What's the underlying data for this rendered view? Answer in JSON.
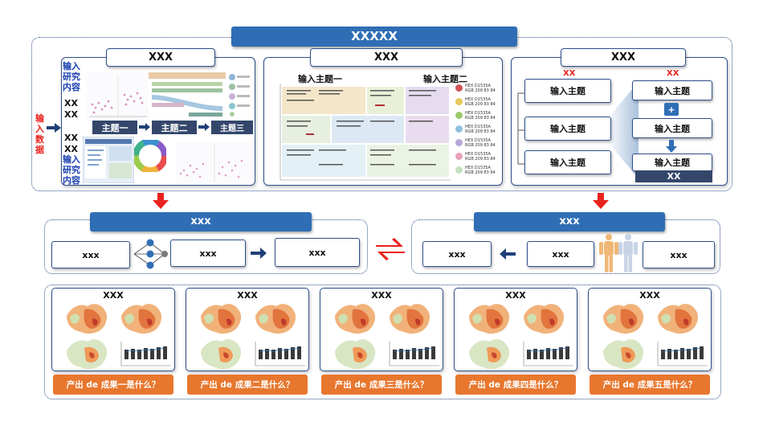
{
  "main_title": "XXXXX",
  "top": {
    "panel1": {
      "title": "XXX",
      "side_label": "输入数据",
      "vertical_labels": [
        "输入研究内容",
        "XX",
        "XX",
        "XX",
        "XX",
        "输入研究内容"
      ],
      "theme_boxes": [
        "主题一",
        "主题二",
        "主题三"
      ]
    },
    "panel2": {
      "title": "XXX",
      "heading_left": "输入主题一",
      "heading_right": "输入主题二",
      "legend": [
        {
          "hex": "HEX D1535A",
          "rgb": "RGB 209 83 84",
          "color": "#d1535a"
        },
        {
          "hex": "HEX D1535A",
          "rgb": "RGB 209 83 84",
          "color": "#e6c95b"
        },
        {
          "hex": "HEX D1535A",
          "rgb": "RGB 209 83 84",
          "color": "#9bc96a"
        },
        {
          "hex": "HEX D1535A",
          "rgb": "RGB 209 83 84",
          "color": "#8fc0e0"
        },
        {
          "hex": "HEX D1535A",
          "rgb": "RGB 209 83 84",
          "color": "#b7a6d9"
        },
        {
          "hex": "HEX D1535A",
          "rgb": "RGB 209 83 84",
          "color": "#e7a0b8"
        },
        {
          "hex": "HEX D1535A",
          "rgb": "RGB 209 83 84",
          "color": "#c4e0c0"
        }
      ]
    },
    "panel3": {
      "title": "XXX",
      "red_left": "XX",
      "red_right": "XX",
      "left_boxes": [
        "输入主题",
        "输入主题",
        "输入主题"
      ],
      "right_boxes": [
        "输入主题",
        "输入主题",
        "输入主题"
      ],
      "plus": "+",
      "bottom_label": "XX"
    }
  },
  "middle_left": {
    "title": "xxx",
    "boxes": [
      "xxx",
      "xxx",
      "xxx"
    ]
  },
  "middle_right": {
    "title": "xxx",
    "boxes": [
      "xxx",
      "xxx",
      "xxx"
    ]
  },
  "results": [
    {
      "label": "XXX",
      "caption": "产出 de 成果一是什么？"
    },
    {
      "label": "XXX",
      "caption": "产出 de 成果二是什么？"
    },
    {
      "label": "XXX",
      "caption": "产出 de 成果三是什么？"
    },
    {
      "label": "XXX",
      "caption": "产出 de 成果四是什么？"
    },
    {
      "label": "XXX",
      "caption": "产出 de 成果五是什么？"
    }
  ],
  "colors": {
    "accent_blue": "#2f6eb5",
    "navy": "#34476b",
    "orange": "#e8772e",
    "arrow_red": "#e8221c",
    "label_blue": "#1a3fb0",
    "label_red": "#e8221c"
  }
}
